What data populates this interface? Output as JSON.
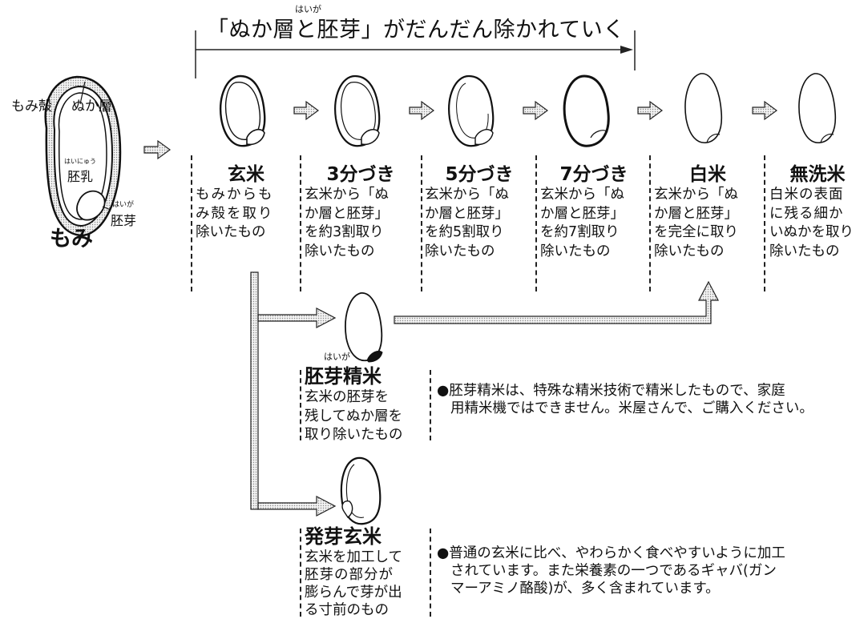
{
  "header": {
    "ruby": "はいが",
    "text": "「ぬか層と胚芽」がだんだん除かれていく"
  },
  "moma": {
    "husk_label": "もみ殻",
    "bran_label": "ぬか層",
    "endosperm_ruby": "はいにゅう",
    "endosperm_label": "胚乳",
    "germ_ruby": "はいが",
    "germ_label": "胚芽",
    "title": "もみ"
  },
  "stages": [
    {
      "name": "玄米",
      "lines": [
        "もみからも",
        "み殻を取り",
        "除いたもの"
      ]
    },
    {
      "name": "3分づき",
      "lines": [
        "玄米から「ぬ",
        "か層と胚芽」",
        "を約3割取り",
        "除いたもの"
      ]
    },
    {
      "name": "5分づき",
      "lines": [
        "玄米から「ぬ",
        "か層と胚芽」",
        "を約5割取り",
        "除いたもの"
      ]
    },
    {
      "name": "7分づき",
      "lines": [
        "玄米から「ぬ",
        "か層と胚芽」",
        "を約7割取り",
        "除いたもの"
      ]
    },
    {
      "name": "白米",
      "lines": [
        "玄米から「ぬ",
        "か層と胚芽」",
        "を完全に取り",
        "除いたもの"
      ]
    },
    {
      "name": "無洗米",
      "lines": [
        "白米の表面",
        "に残る細か",
        "いぬかを取り",
        "除いたもの"
      ]
    }
  ],
  "haiga_seimai": {
    "ruby": "はいが",
    "name": "胚芽精米",
    "lines": [
      "玄米の胚芽を",
      "残してぬか層を",
      "取り除いたもの"
    ],
    "note_lines": [
      "●胚芽精米は、特殊な精米技術で精米したもので、家庭",
      "用精米機ではできません。米屋さんで、ご購入ください。"
    ]
  },
  "hatsuga_genmai": {
    "name": "発芽玄米",
    "lines": [
      "玄米を加工して",
      "胚芽の部分が",
      "膨らんで芽が出",
      "る寸前のもの"
    ],
    "note_lines": [
      "●普通の玄米に比べ、やわらかく食べやすいように加工",
      "されています。また栄養素の一つであるギャバ(ガン",
      "マーアミノ酪酸)が、多く含まれています。"
    ]
  },
  "colors": {
    "ink": "#111111",
    "arrow_fill": "#d9d9d9"
  }
}
